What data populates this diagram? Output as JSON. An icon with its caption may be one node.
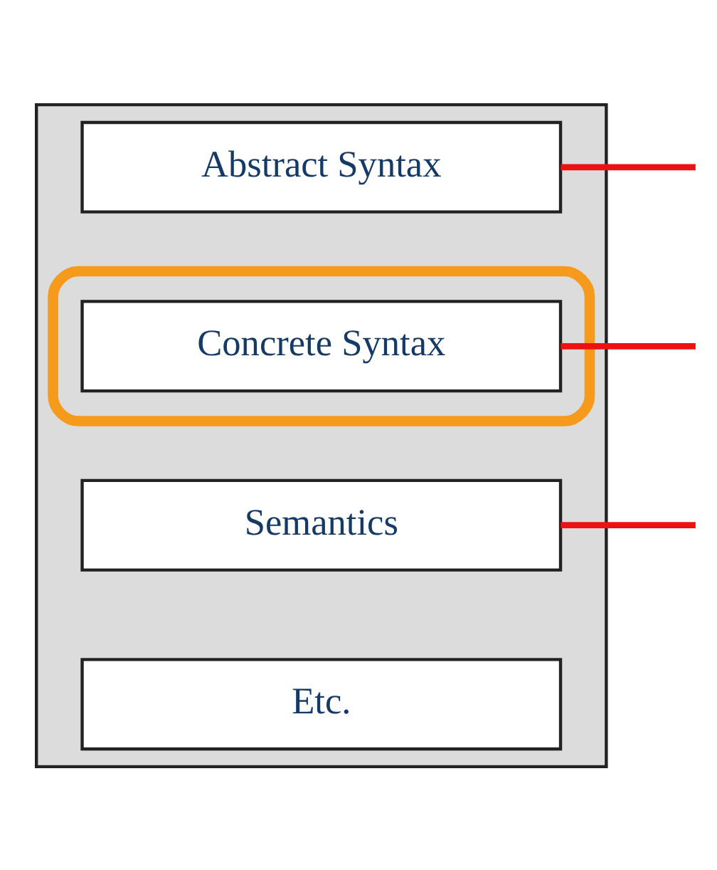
{
  "diagram": {
    "nodes": [
      {
        "text": [],
        "shape": "box"
      },
      {
        "text": [
          "Abstract Syntax"
        ],
        "in": 0
      },
      {
        "text": [],
        "shape": "ellipse",
        "in": 0
      },
      {
        "text": [
          "Concrete Syntax"
        ],
        "in": 2
      },
      {
        "text": [
          "Semantics"
        ],
        "in": 0
      },
      {
        "text": [
          "Etc."
        ],
        "in": 0
      }
    ],
    "edges": [
      {
        "from": 1,
        "to": null,
        "arrow": "none"
      },
      {
        "from": 3,
        "to": null,
        "arrow": "none"
      },
      {
        "from": 4,
        "to": null,
        "arrow": "none"
      }
    ]
  }
}
